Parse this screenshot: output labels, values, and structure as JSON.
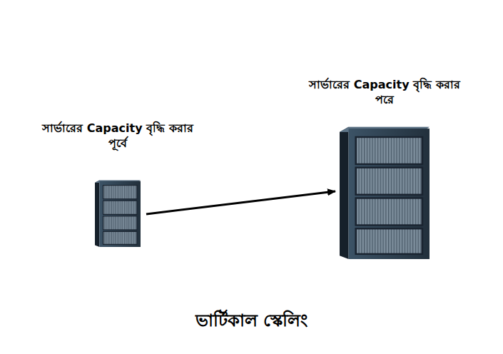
{
  "diagram": {
    "title": "ভার্টিকাল স্কেলিং",
    "nodes": [
      {
        "text": [
          "সার্ভারের Capacity বৃদ্ধি করার পূর্বে"
        ]
      },
      {
        "text": [
          "সার্ভারের Capacity বৃদ্ধি করার পরে"
        ]
      }
    ],
    "edges": [
      {
        "from": 0,
        "to": 1,
        "arrow": "to"
      }
    ]
  }
}
